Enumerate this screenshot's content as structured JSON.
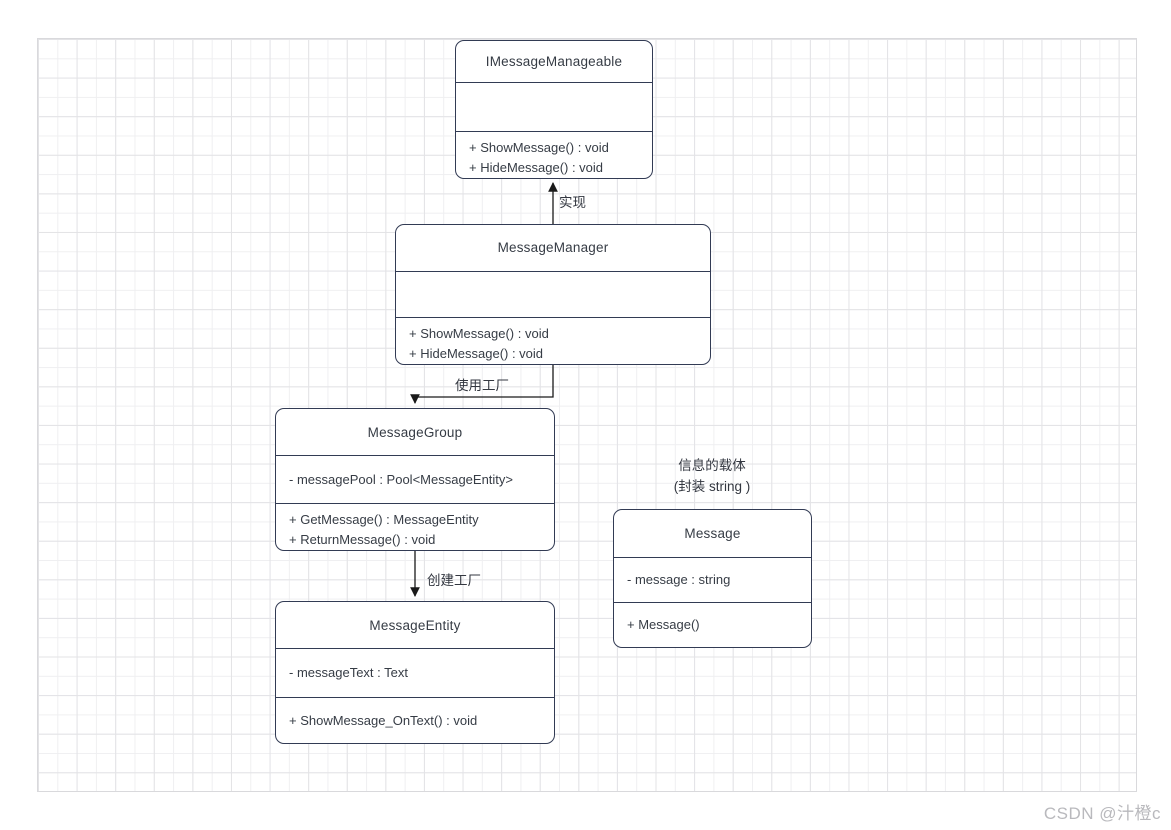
{
  "diagram": {
    "classes": [
      {
        "name": "IMessageManageable",
        "attributes": [],
        "methods": [
          "+ ShowMessage() : void",
          "+ HideMessage() : void"
        ]
      },
      {
        "name": "MessageManager",
        "attributes": [],
        "methods": [
          "+ ShowMessage() : void",
          "+ HideMessage() : void"
        ]
      },
      {
        "name": "MessageGroup",
        "attributes": [
          "- messagePool : Pool<MessageEntity>"
        ],
        "methods": [
          "+ GetMessage() : MessageEntity",
          "+ ReturnMessage() : void"
        ]
      },
      {
        "name": "MessageEntity",
        "attributes": [
          "- messageText : Text"
        ],
        "methods": [
          "+ ShowMessage_OnText() : void"
        ]
      },
      {
        "name": "Message",
        "attributes": [
          "- message : string"
        ],
        "methods": [
          "+ Message()"
        ]
      }
    ],
    "edges": [
      {
        "label": "实现"
      },
      {
        "label": "使用工厂"
      },
      {
        "label": "创建工厂"
      }
    ],
    "annotation": {
      "line1": "信息的载体",
      "line2": "(封装 string )"
    }
  },
  "watermark": "CSDN @汁橙c",
  "colors": {
    "box_border": "#323b54",
    "text": "#363c45",
    "arrow": "#1a1a1a",
    "grid_minor": "#efeff1",
    "grid_major": "#e3e3e6",
    "watermark": "#b9b9bd"
  }
}
